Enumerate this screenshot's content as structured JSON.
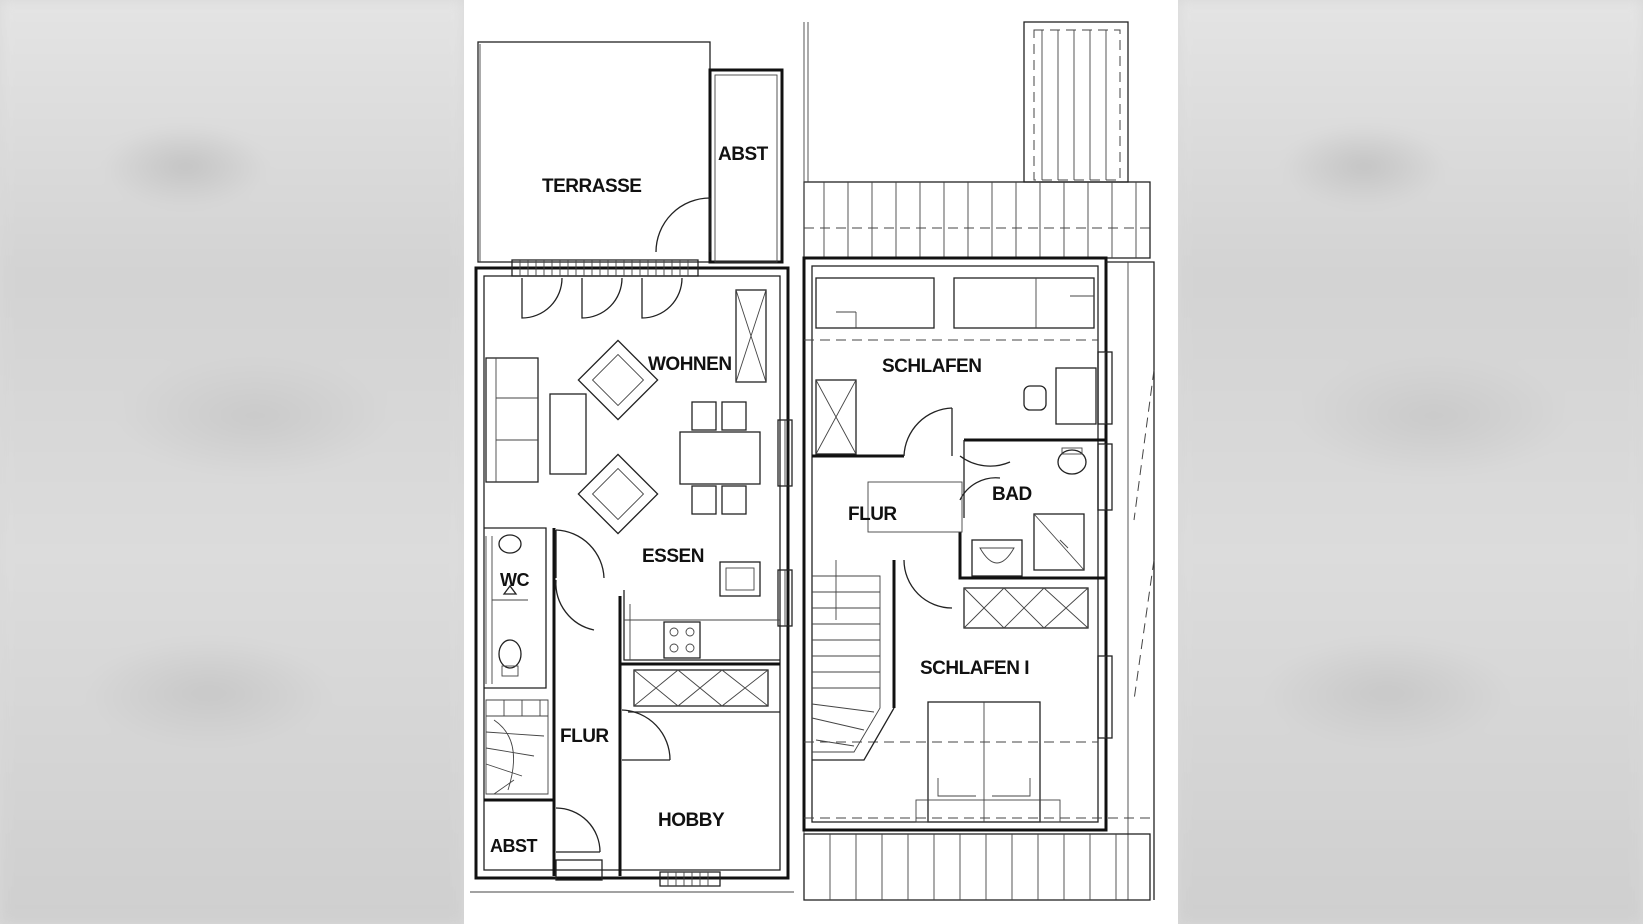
{
  "ground_floor": {
    "terrace": "TERRASSE",
    "storage_top": "ABST",
    "living": "WOHNEN",
    "dining": "ESSEN",
    "wc": "WC",
    "hall": "FLUR",
    "hobby": "HOBBY",
    "storage_bottom": "ABST"
  },
  "upper_floor": {
    "bedroom": "SCHLAFEN",
    "hall": "FLUR",
    "bath": "BAD",
    "bedroom_1": "SCHLAFEN I"
  }
}
